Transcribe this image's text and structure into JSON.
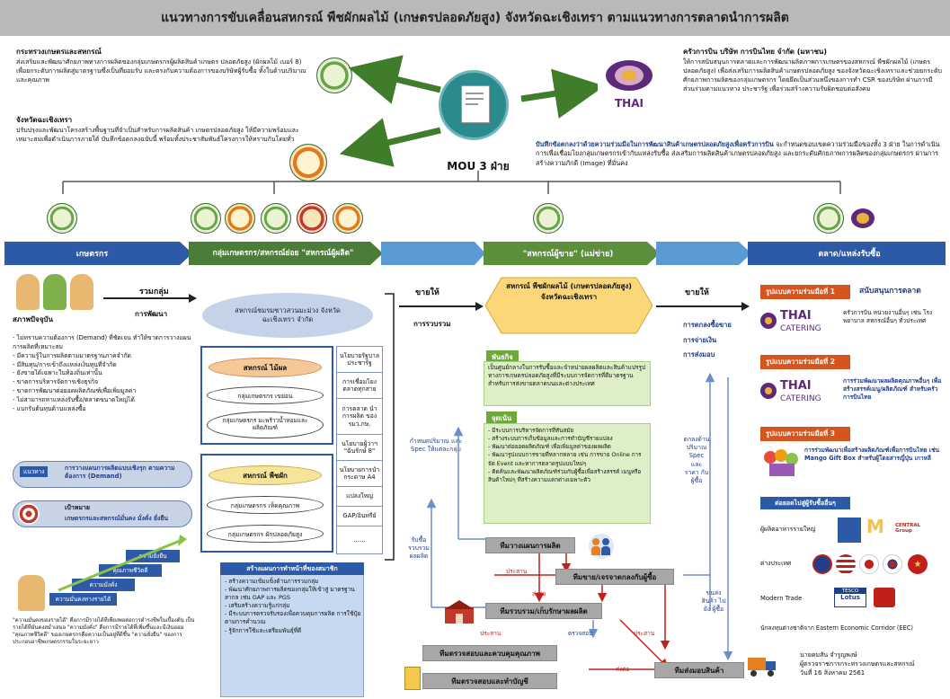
{
  "title": "แนวทางการขับเคลื่อนสหกรณ์ พืชผักผลไม้ (เกษตรปลอดภัยสูง) จังหวัดฉะเชิงเทรา ตามแนวทางการตลาดนำการผลิต",
  "mou_label": "MOU 3 ฝ่าย",
  "thai_logo_text": "THAI",
  "ministry": {
    "title": "กระทรวงเกษตรและสหกรณ์",
    "text": "ส่งเสริมและพัฒนาศักยภาพทางการผลิตของกลุ่มเกษตรกรผู้ผลิตสินค้าเกษตร ปลอดภัยสูง (ผักผลไม้ เบอร์ 8) เพื่อยกระดับการผลิตสู่มาตรฐานซึ่งเป็นที่ยอมรับ และตรงกับความต้องการของบริษัทผู้รับซื้อ ทั้งในด้านปริมาณและคุณภาพ"
  },
  "province": {
    "title": "จังหวัดฉะเชิงเทรา",
    "text": "ปรับปรุงและพัฒนาโครงสร้างพื้นฐานที่จำเป็นสำหรับการผลิตสินค้า เกษตรปลอดภัยสูง ให้มีความพร้อมและเหมาะสมเพื่อดำเนินการภายใต้ บันทึกข้อตกลงฉบับนี้ พร้อมทั้งประชาสัมพันธ์โครงการให้ทราบกันโดยทั่ว"
  },
  "thai_airways": {
    "title": "ครัวการบิน บริษัท การบินไทย จำกัด (มหาชน)",
    "text": "ให้การสนับสนุนการตลาดและการพัฒนาผลิตภาพการเกษตรของสหกรณ์ พืชผักผลไม้ (เกษตรปลอดภัยสูง) เพื่อส่งเสริมการผลิตสินค้าเกษตรปลอดภัยสูง ของจังหวัดฉะเชิงเทราและช่วยยกระดับศักยภาพการผลิตของกลุ่มเกษตรกร โดยยึดเป็นส่วนหนึ่งของการทำ CSR ของบริษัท ผ่านการมีส่วนร่วมตามแนวทาง ประชารัฐ เพื่อร่วมสร้างความรับผิดชอบต่อสังคม"
  },
  "mou_summary": {
    "title": "บันทึกข้อตกลงว่าด้วยความร่วมมือในการพัฒนาสินค้าเกษตรปลอดภัยสูงเพื่อครัวการบิน",
    "text": "จะกำหนดขอบเขตความร่วมมือของทั้ง 3 ฝ่าย ในการดำเนินการเพื่อเชื่อมโยงกลุ่มเกษตรกรเข้ากับแหล่งรับซื้อ ส่งเสริมการผลิตสินค้าเกษตรปลอดภัยสูง และยกระดับศักยภาพการผลิตของกลุ่มเกษตรกร ผ่านการสร้างความภักดี (Image) ที่มั่นคง"
  },
  "columns": {
    "farmers": "เกษตรกร",
    "group": "กลุ่มเกษตรกร/สหกรณ์ย่อย \"สหกรณ์ผู้ผลิต\"",
    "seller": "\"สหกรณ์ผู้ขาย\" (แม่ข่าย)",
    "market": "ตลาด/แหล่งรับซื้อ"
  },
  "farmers": {
    "gather_label": "รวมกลุ่ม",
    "develop_label": "การพัฒนา",
    "status_title": "สภาพปัจจุบัน",
    "status_items": [
      "- ไม่ทราบความต้องการ (Demand) ที่ชัดเจน ทำให้ขาดการวางแผนการผลิตที่เหมาะสม",
      "- มีความรู้ในการผลิตตามมาตรฐานภาคจำกัด",
      "- มีสินทุน/การเข้าถึงแหล่งเงินทุนที่จำกัด",
      "- ยังขายได้เฉพาะในท้องถิ่นเท่านั้น",
      "- ขาดการบริหารจัดการเชิงธุรกิจ",
      "- ขาดการพัฒนาต่อยอดผลิตภัณฑ์เพื่อเพิ่มมูลค่า",
      "- ไม่สามารถหาแหล่งรับซื้อ/ตลาดขนาดใหญ่ได้",
      "- แบกรับต้นทุนด้านแหล่งซื้อ"
    ],
    "plan_text": "การวางแผนการผลิตแบบเชิงรุก ตามความต้องการ (Demand)",
    "plan_tag": "แนวทาง",
    "goal_title": "เป้าหมาย",
    "goal_text": "เกษตรกรและสหกรณ์มั่นคง มั่งคั่ง ยั่งยืน",
    "stairs": [
      "ความยั่งยืน",
      "คุณภาพชีวิตดี",
      "ความมั่งคั่ง",
      "ความมั่นคงทางรายได้"
    ],
    "bottom_text": "\"ความมั่นคงของรายได้\" คือการมีรายได้ที่เพียงพอต่อการดำรงชีพในเบื้องต้น เป็นรายได้ที่มั่นคงสม่ำเสมอ \"ความมั่งคั่ง\" คือการมีรายได้ที่เพิ่มขึ้นและมีเงินออม \"คุณภาพชีวิตดี\" ของเกษตรกรคือความเป็นอยู่ที่ดีขึ้น \"ความยั่งยืน\" ของการประกอบอาชีพเกษตรกรรมในระยะยาว"
  },
  "group": {
    "coop_name": "สหกรณ์ชมรมชาวสวนมะม่วง จังหวัดฉะเชิงเทรา จำกัด",
    "fruit_sub": "สหกรณ์ ไม้ผล",
    "fruit_items": [
      "กลุ่มเกษตรกร เขย่อน",
      "กลุ่มเกษตรกร มะพร้าวน้ำหอมและผลิตภัณฑ์"
    ],
    "veg_sub": "สหกรณ์ พืชผัก",
    "veg_items": [
      "กลุ่มเกษตรกร เห็ดคุณภาพ",
      "กลุ่มเกษตรกร ผักปลอดภัยสูง"
    ],
    "support_cells": [
      "นโยบายรัฐบาล ประชารัฐ",
      "การเชื่อมโยงตลาดทุกสาย",
      "การตลาด นำการผลิต ของ รมว.กษ.",
      "นโยบายผู้ว่าฯ \"ฉันรักษ์ 8\"",
      "นโยบายการนำกระดาษ A4",
      "แปลงใหญ่",
      "GAP/อินทรีย์",
      "......"
    ],
    "sell_label": "ขายให้",
    "collect_label": "การรวบรวม",
    "plan_box_title": "สร้างแผนการทำหน้าที่ของสมาชิก",
    "plan_items": [
      "- สร้างความเข้มแข็งด้านการรวมกลุ่ม",
      "- พัฒนาศักยภาพการผลิตของกลุ่มให้เข้าสู่ มาตรฐานสากล เช่น GAP และ PGS",
      "- เสริมสร้างความรู้แก่กลุ่ม",
      "- มีระบบการตรวจรับรองเพื่อควบคุมการผลิต การใช้ปุ๋ยตามการคำนวณ",
      "- รู้จักการใช้และเตรียมพันธุ์ที่ดี"
    ]
  },
  "seller": {
    "coop_name": "สหกรณ์ พืชผักผลไม้ (เกษตรปลอดภัยสูง) จังหวัดฉะเชิงเทรา",
    "mission_tag": "พันธกิจ",
    "mission_text": "เป็นศูนย์กลางในการรับซื้อและจำหน่ายผลผลิตและสินค้าแปรรูปทางการเกษตรปลอดภัยสูงที่มีระบบการจัดการที่ดีมาตรฐาน สำหรับการส่งขายตลาดบนและต่างประเทศ",
    "focus_tag": "จุดเน้น",
    "focus_items": [
      "- มีระบบการบริหารจัดการที่ทันสมัย",
      "- สร้างระบบการเก็บข้อมูลและการทำบัญชีรายแปลง",
      "- พัฒนาต่อยอดผลิตภัณฑ์ เพื่อเพิ่มมูลค่าของผลผลิต",
      "- พัฒนารูปแบบการขายที่หลากหลาย เช่น การขาย Online การจัด Event และหาการตลาดรูปแบบใหม่ๆ",
      "- คิดค้นและพัฒนาผลิตภัณฑ์ร่วมกับผู้ซื้อเพื่อสร้างสรรค์ เมนูหรือสินค้าใหม่ๆ ที่สร้างความแตกต่างเฉพาะตัว"
    ],
    "sell_label": "ขายให้",
    "contract_lines": [
      "การตกลงซื้อขาย",
      "การจ่ายเงิน",
      "การส่งมอบ"
    ],
    "quota_text": "กำหนดปริมาณ และ Spec ให้แต่ละกลุ่ม",
    "buy_text": "รับซื้อ รวบรวม ผลผลิต",
    "agree_text": "ตกลงด้าน ปริมาณ Spec และ ราคา กับผู้ซื้อ",
    "deliver_text": "ขนส่ง สินค้า ไปยัง ผู้ซื้อ"
  },
  "flow": {
    "plan_node": "ทีมวางแผนการผลิต",
    "sales_node": "ทีมขาย/เจรจาตกลงกับผู้ซื้อ",
    "collect_node": "ทีมรวบรวม/เก็บรักษาผลผลิต",
    "qc_node": "ทีมตรวจสอบและควบคุมคุณภาพ",
    "account_node": "ทีมตรวจสอบและทำบัญชี",
    "deliver_node": "ทีมส่งมอบสินค้า",
    "coord": "ประสาน",
    "send": "ส่งต่อ",
    "check": "ตรวจสอบ"
  },
  "market": {
    "model1": "รูปแบบความร่วมมือที่ 1",
    "model1_title": "สนับสนุนการตลาด",
    "model1_text": "ครัวการบิน หน่วยงานอื่นๆ เช่น โรงพยาบาล สหกรณ์อื่นๆ ทั่วประเทศ",
    "model2": "รูปแบบความร่วมมือที่ 2",
    "model2_text": "การร่วมพัฒนาผลผลิตคุณภาพอื่นๆ เพื่อสร้างสรรค์เมนู/ผลิตภัณฑ์ สำหรับครัวการบินไทย",
    "model3": "รูปแบบความร่วมมือที่ 3",
    "model3_text": "การร่วมพัฒนาเพื่อสร้างผลิตภัณฑ์เพื่อการบินไทย เช่น Mango Gift Box สำหรับผู้โดยสารญี่ปุ่น เกาหลี",
    "catering_top": "THAI",
    "catering_bottom": "CATERING",
    "expand_title": "ต่อยอดไปสู่ผู้รับซื้ออื่นๆ",
    "expand_items": [
      "ผู้ผลิตอาหารรายใหญ่",
      "ต่างประเทศ",
      "Modern Trade",
      "นักลงทุนต่างชาติจาก Eastern Economic Corridor (EEC)"
    ],
    "central": "CENTRAL Group",
    "tesco": "TESCO",
    "lotus": "Lotus"
  },
  "signature": {
    "name": "นายคมสัน จำรูญพงษ์",
    "position": "ผู้ตรวจราชการกระทรวงเกษตรและสหกรณ์",
    "date": "วันที่ 16 สิงหาคม 2561"
  }
}
